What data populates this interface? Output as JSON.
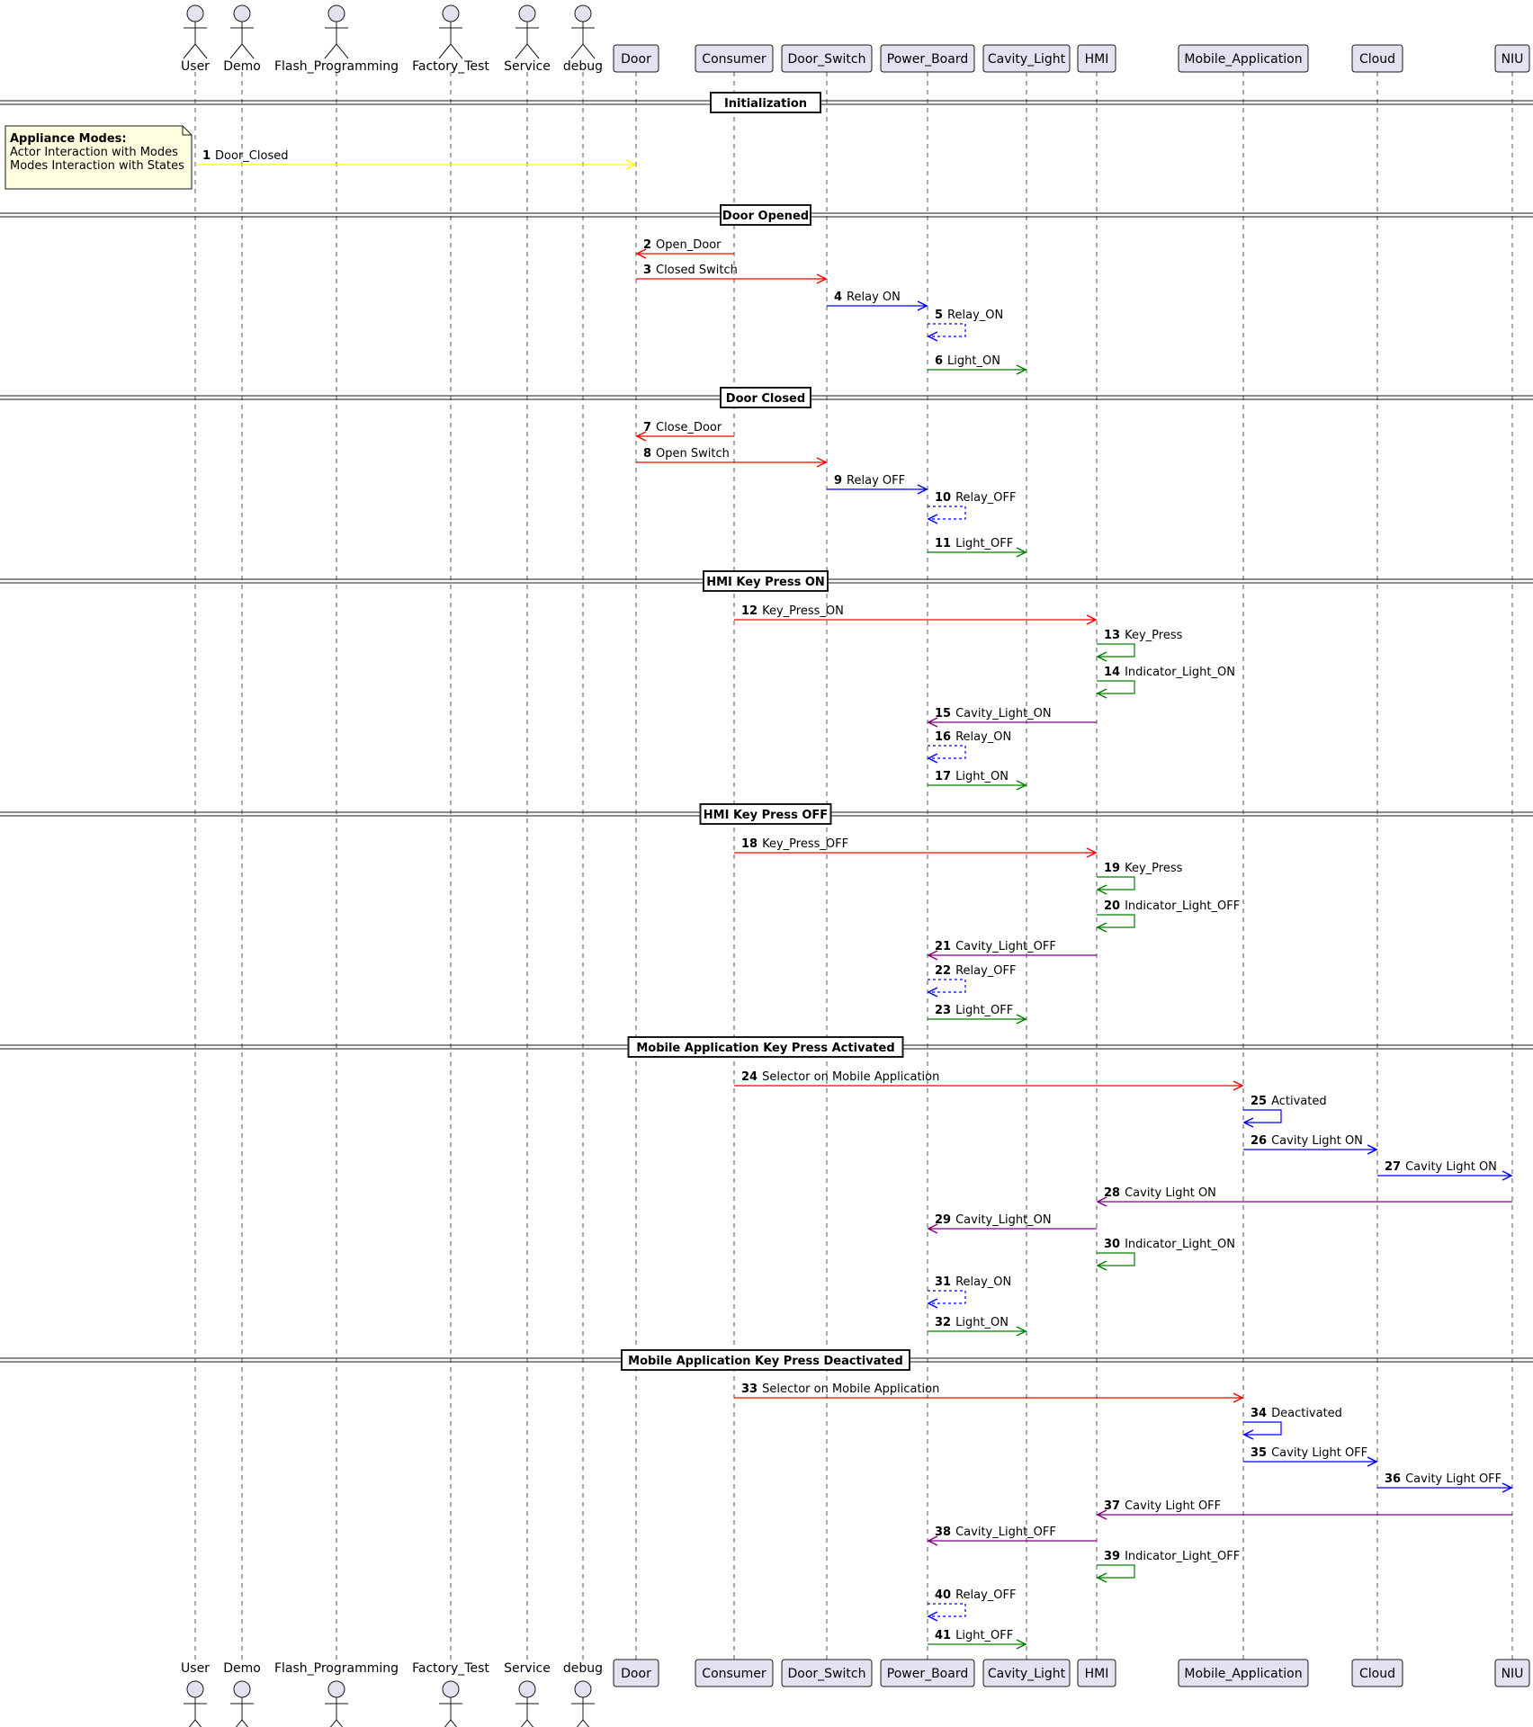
{
  "participants": [
    {
      "id": "User",
      "label": "User",
      "kind": "actor"
    },
    {
      "id": "Demo",
      "label": "Demo",
      "kind": "actor"
    },
    {
      "id": "Flash_Programming",
      "label": "Flash_Programming",
      "kind": "actor"
    },
    {
      "id": "Factory_Test",
      "label": "Factory_Test",
      "kind": "actor"
    },
    {
      "id": "Service",
      "label": "Service",
      "kind": "actor"
    },
    {
      "id": "debug",
      "label": "debug",
      "kind": "actor"
    },
    {
      "id": "Door",
      "label": "Door",
      "kind": "box"
    },
    {
      "id": "Consumer",
      "label": "Consumer",
      "kind": "box"
    },
    {
      "id": "Door_Switch",
      "label": "Door_Switch",
      "kind": "box"
    },
    {
      "id": "Power_Board",
      "label": "Power_Board",
      "kind": "box"
    },
    {
      "id": "Cavity_Light",
      "label": "Cavity_Light",
      "kind": "box"
    },
    {
      "id": "HMI",
      "label": "HMI",
      "kind": "box"
    },
    {
      "id": "Mobile_Application",
      "label": "Mobile_Application",
      "kind": "box"
    },
    {
      "id": "Cloud",
      "label": "Cloud",
      "kind": "box"
    },
    {
      "id": "NIU",
      "label": "NIU",
      "kind": "box"
    }
  ],
  "colors": {
    "participant_fill": "#e2e2f0",
    "participant_border": "#181818",
    "lifeline": "#555555",
    "note_fill": "#ffffe0",
    "divider": "#181818",
    "yellow": "#ffff00",
    "red": "#ff0000",
    "blue": "#0000ff",
    "green": "#008000",
    "purple": "#800080"
  },
  "note": {
    "title": "Appliance Modes:",
    "lines": [
      "Actor Interaction with Modes",
      "Modes Interaction with States"
    ]
  },
  "sections": [
    {
      "title": "Initialization",
      "messages": [
        {
          "num": "1",
          "text": "Door_Closed",
          "from": "User",
          "to": "Door",
          "color": "yellow",
          "style": "solid"
        }
      ]
    },
    {
      "title": "Door Opened",
      "messages": [
        {
          "num": "2",
          "text": "Open_Door",
          "from": "Consumer",
          "to": "Door",
          "color": "red",
          "style": "solid"
        },
        {
          "num": "3",
          "text": "Closed Switch",
          "from": "Door",
          "to": "Door_Switch",
          "color": "red",
          "style": "solid"
        },
        {
          "num": "4",
          "text": "Relay ON",
          "from": "Door_Switch",
          "to": "Power_Board",
          "color": "blue",
          "style": "solid"
        },
        {
          "num": "5",
          "text": "Relay_ON",
          "from": "Power_Board",
          "to": "Power_Board",
          "color": "blue",
          "style": "dashed"
        },
        {
          "num": "6",
          "text": "Light_ON",
          "from": "Power_Board",
          "to": "Cavity_Light",
          "color": "green",
          "style": "solid"
        }
      ]
    },
    {
      "title": "Door Closed",
      "messages": [
        {
          "num": "7",
          "text": "Close_Door",
          "from": "Consumer",
          "to": "Door",
          "color": "red",
          "style": "solid"
        },
        {
          "num": "8",
          "text": "Open Switch",
          "from": "Door",
          "to": "Door_Switch",
          "color": "red",
          "style": "solid"
        },
        {
          "num": "9",
          "text": "Relay OFF",
          "from": "Door_Switch",
          "to": "Power_Board",
          "color": "blue",
          "style": "solid"
        },
        {
          "num": "10",
          "text": "Relay_OFF",
          "from": "Power_Board",
          "to": "Power_Board",
          "color": "blue",
          "style": "dashed"
        },
        {
          "num": "11",
          "text": "Light_OFF",
          "from": "Power_Board",
          "to": "Cavity_Light",
          "color": "green",
          "style": "solid"
        }
      ]
    },
    {
      "title": "HMI Key Press ON",
      "messages": [
        {
          "num": "12",
          "text": "Key_Press_ON",
          "from": "Consumer",
          "to": "HMI",
          "color": "red",
          "style": "solid"
        },
        {
          "num": "13",
          "text": "Key_Press",
          "from": "HMI",
          "to": "HMI",
          "color": "green",
          "style": "solid"
        },
        {
          "num": "14",
          "text": "Indicator_Light_ON",
          "from": "HMI",
          "to": "HMI",
          "color": "green",
          "style": "solid"
        },
        {
          "num": "15",
          "text": "Cavity_Light_ON",
          "from": "HMI",
          "to": "Power_Board",
          "color": "purple",
          "style": "solid"
        },
        {
          "num": "16",
          "text": "Relay_ON",
          "from": "Power_Board",
          "to": "Power_Board",
          "color": "blue",
          "style": "dashed"
        },
        {
          "num": "17",
          "text": "Light_ON",
          "from": "Power_Board",
          "to": "Cavity_Light",
          "color": "green",
          "style": "solid"
        }
      ]
    },
    {
      "title": "HMI Key Press OFF",
      "messages": [
        {
          "num": "18",
          "text": "Key_Press_OFF",
          "from": "Consumer",
          "to": "HMI",
          "color": "red",
          "style": "solid"
        },
        {
          "num": "19",
          "text": "Key_Press",
          "from": "HMI",
          "to": "HMI",
          "color": "green",
          "style": "solid"
        },
        {
          "num": "20",
          "text": "Indicator_Light_OFF",
          "from": "HMI",
          "to": "HMI",
          "color": "green",
          "style": "solid"
        },
        {
          "num": "21",
          "text": "Cavity_Light_OFF",
          "from": "HMI",
          "to": "Power_Board",
          "color": "purple",
          "style": "solid"
        },
        {
          "num": "22",
          "text": "Relay_OFF",
          "from": "Power_Board",
          "to": "Power_Board",
          "color": "blue",
          "style": "dashed"
        },
        {
          "num": "23",
          "text": "Light_OFF",
          "from": "Power_Board",
          "to": "Cavity_Light",
          "color": "green",
          "style": "solid"
        }
      ]
    },
    {
      "title": "Mobile Application Key Press Activated",
      "messages": [
        {
          "num": "24",
          "text": "Selector on Mobile Application",
          "from": "Consumer",
          "to": "Mobile_Application",
          "color": "red",
          "style": "solid"
        },
        {
          "num": "25",
          "text": "Activated",
          "from": "Mobile_Application",
          "to": "Mobile_Application",
          "color": "blue",
          "style": "solid"
        },
        {
          "num": "26",
          "text": "Cavity Light ON",
          "from": "Mobile_Application",
          "to": "Cloud",
          "color": "blue",
          "style": "solid"
        },
        {
          "num": "27",
          "text": "Cavity Light ON",
          "from": "Cloud",
          "to": "NIU",
          "color": "blue",
          "style": "solid"
        },
        {
          "num": "28",
          "text": "Cavity Light ON",
          "from": "NIU",
          "to": "HMI",
          "color": "purple",
          "style": "solid"
        },
        {
          "num": "29",
          "text": "Cavity_Light_ON",
          "from": "HMI",
          "to": "Power_Board",
          "color": "purple",
          "style": "solid"
        },
        {
          "num": "30",
          "text": "Indicator_Light_ON",
          "from": "HMI",
          "to": "HMI",
          "color": "green",
          "style": "solid"
        },
        {
          "num": "31",
          "text": "Relay_ON",
          "from": "Power_Board",
          "to": "Power_Board",
          "color": "blue",
          "style": "dashed"
        },
        {
          "num": "32",
          "text": "Light_ON",
          "from": "Power_Board",
          "to": "Cavity_Light",
          "color": "green",
          "style": "solid"
        }
      ]
    },
    {
      "title": "Mobile Application Key Press Deactivated",
      "messages": [
        {
          "num": "33",
          "text": "Selector on Mobile Application",
          "from": "Consumer",
          "to": "Mobile_Application",
          "color": "red",
          "style": "solid"
        },
        {
          "num": "34",
          "text": "Deactivated",
          "from": "Mobile_Application",
          "to": "Mobile_Application",
          "color": "blue",
          "style": "solid"
        },
        {
          "num": "35",
          "text": "Cavity Light OFF",
          "from": "Mobile_Application",
          "to": "Cloud",
          "color": "blue",
          "style": "solid"
        },
        {
          "num": "36",
          "text": "Cavity Light OFF",
          "from": "Cloud",
          "to": "NIU",
          "color": "blue",
          "style": "solid"
        },
        {
          "num": "37",
          "text": "Cavity Light OFF",
          "from": "NIU",
          "to": "HMI",
          "color": "purple",
          "style": "solid"
        },
        {
          "num": "38",
          "text": "Cavity_Light_OFF",
          "from": "HMI",
          "to": "Power_Board",
          "color": "purple",
          "style": "solid"
        },
        {
          "num": "39",
          "text": "Indicator_Light_OFF",
          "from": "HMI",
          "to": "HMI",
          "color": "green",
          "style": "solid"
        },
        {
          "num": "40",
          "text": "Relay_OFF",
          "from": "Power_Board",
          "to": "Power_Board",
          "color": "blue",
          "style": "dashed"
        },
        {
          "num": "41",
          "text": "Light_OFF",
          "from": "Power_Board",
          "to": "Cavity_Light",
          "color": "green",
          "style": "solid"
        }
      ]
    }
  ]
}
